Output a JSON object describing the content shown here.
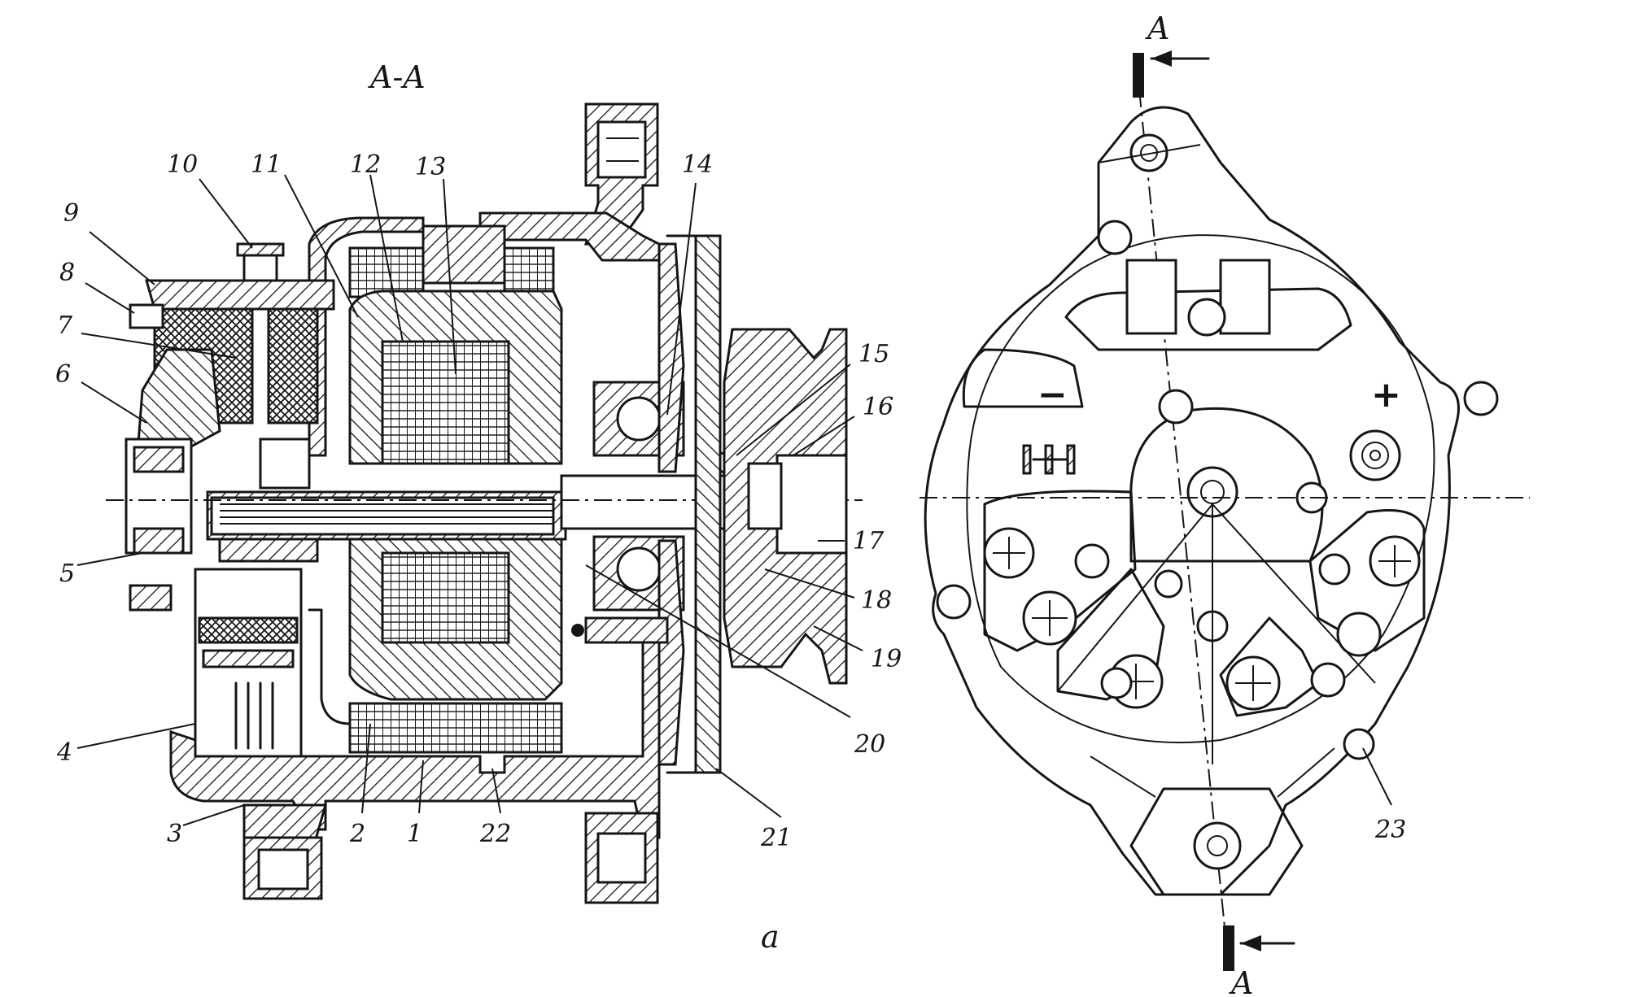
{
  "section_title": "A-A",
  "subfigure_label": "a",
  "section_marks": [
    "A",
    "A"
  ],
  "polarity": {
    "minus": "−",
    "plus": "+"
  },
  "callouts": [
    {
      "id": "1",
      "text": "1"
    },
    {
      "id": "2",
      "text": "2"
    },
    {
      "id": "3",
      "text": "3"
    },
    {
      "id": "4",
      "text": "4"
    },
    {
      "id": "5",
      "text": "5"
    },
    {
      "id": "6",
      "text": "6"
    },
    {
      "id": "7",
      "text": "7"
    },
    {
      "id": "8",
      "text": "8"
    },
    {
      "id": "9",
      "text": "9"
    },
    {
      "id": "10",
      "text": "10"
    },
    {
      "id": "11",
      "text": "11"
    },
    {
      "id": "12",
      "text": "12"
    },
    {
      "id": "13",
      "text": "13"
    },
    {
      "id": "14",
      "text": "14"
    },
    {
      "id": "15",
      "text": "15"
    },
    {
      "id": "16",
      "text": "16"
    },
    {
      "id": "17",
      "text": "17"
    },
    {
      "id": "18",
      "text": "18"
    },
    {
      "id": "19",
      "text": "19"
    },
    {
      "id": "20",
      "text": "20"
    },
    {
      "id": "21",
      "text": "21"
    },
    {
      "id": "22",
      "text": "22"
    },
    {
      "id": "23",
      "text": "23"
    }
  ]
}
